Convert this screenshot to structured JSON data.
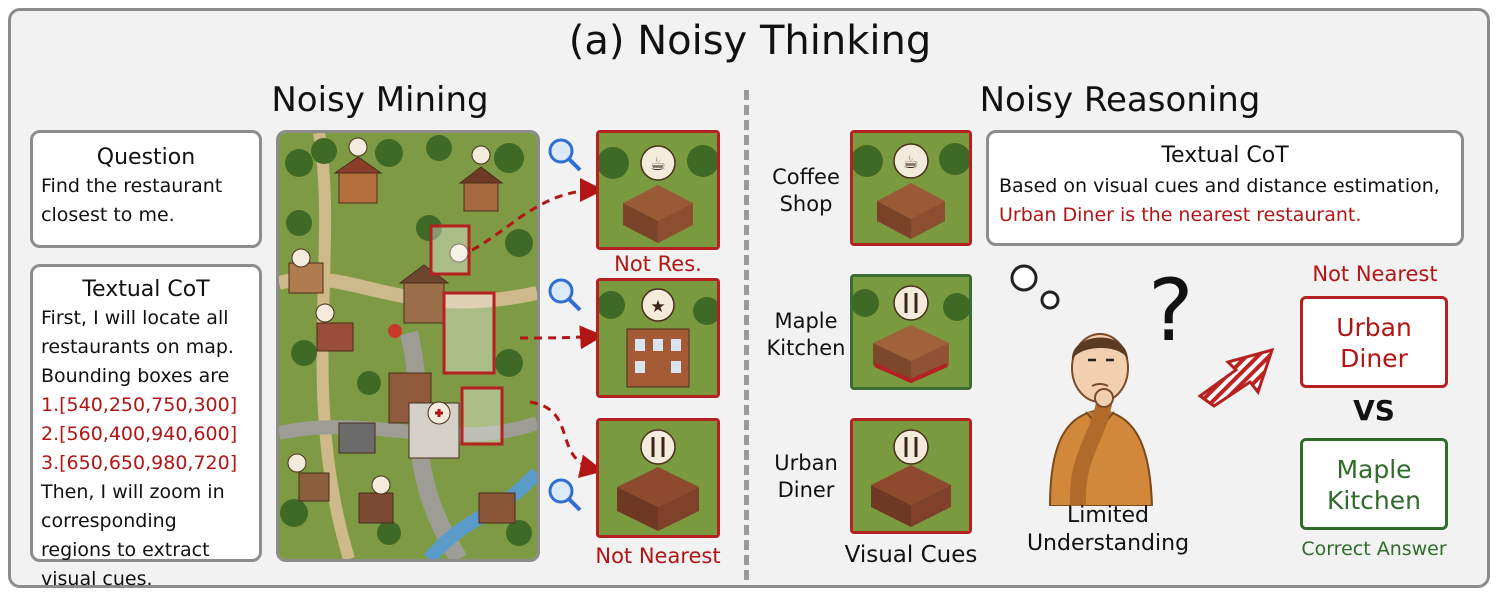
{
  "title": "(a) Noisy Thinking",
  "left": {
    "title": "Noisy Mining",
    "question": {
      "heading": "Question",
      "text": "Find the restaurant closest to me."
    },
    "cot": {
      "heading": "Textual CoT",
      "intro": "First, I will locate all restaurants on map. Bounding boxes are",
      "boxes": [
        "1.[540,250,750,300]",
        "2.[560,400,940,600]",
        "3.[650,650,980,720]"
      ],
      "outro": "Then, I will zoom in corresponding regions to extract visual cues."
    },
    "labels": [
      "Not Res.",
      "Not Nearest"
    ]
  },
  "right": {
    "title": "Noisy Reasoning",
    "places": [
      "Coffee Shop",
      "Maple Kitchen",
      "Urban Diner"
    ],
    "visual_cues_label": "Visual Cues",
    "cot": {
      "heading": "Textual CoT",
      "text": "Based on visual cues and distance estimation,",
      "highlight": "Urban Diner is the nearest restaurant."
    },
    "person_caption": "Limited Understanding",
    "not_nearest_label": "Not Nearest",
    "wrong_answer": "Urban Diner",
    "vs": "VS",
    "correct_answer": "Maple Kitchen",
    "correct_label": "Correct Answer"
  },
  "colors": {
    "red": "#b31515",
    "green": "#2f6b2a",
    "gray": "#8c8c8c"
  }
}
